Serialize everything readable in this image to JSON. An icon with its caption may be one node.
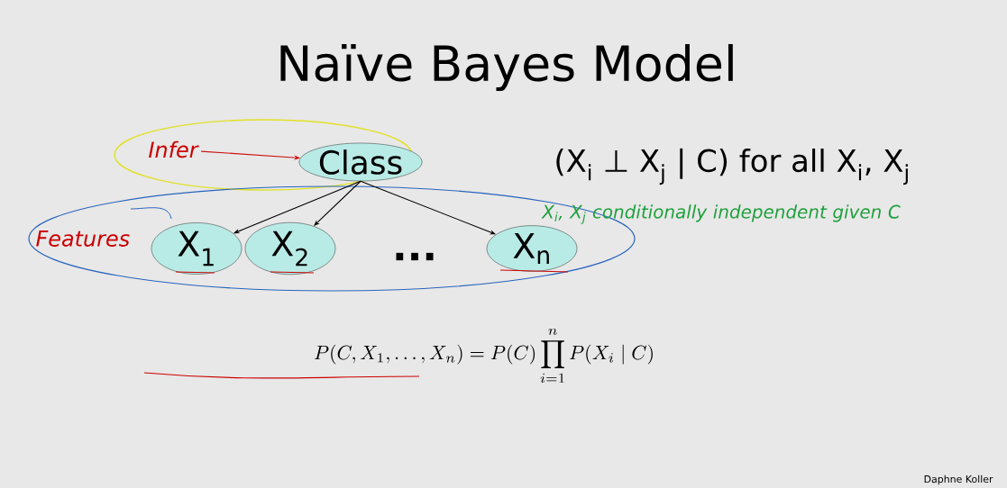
{
  "diagram": {
    "title": "Naïve Bayes Model",
    "nodes": [
      {
        "text": [],
        "shape": "ellipse"
      },
      {
        "text": [
          "Infer"
        ],
        "in": 0
      },
      {
        "text": [
          "Class"
        ],
        "in": 0
      },
      {
        "text": [
          "Features"
        ]
      },
      {
        "text": [
          "X$_{1}$"
        ],
        "in": 3
      },
      {
        "text": [
          "X$_{2}$"
        ],
        "in": 3
      },
      {
        "text": [
          "X$_{n}$"
        ],
        "in": 3
      }
    ],
    "edges": [
      {
        "from": 1,
        "to": 2,
        "arrow": "to",
        "color": "#cc1111"
      },
      {
        "from": 2,
        "to": 4,
        "arrow": "to"
      },
      {
        "from": 2,
        "to": 5,
        "arrow": "to"
      },
      {
        "from": 2,
        "to": 6,
        "arrow": "to"
      }
    ],
    "labels": [
      "(X$_{i}$ ⊥ X$_{j}$ | C) for all X$_{i}$, X$_{j}$",
      "X$_{i}$, X$_{j}$ conditionally independent given C",
      "...",
      "P(C, X_1, \\ldots, X_n) = P(C) \\prod_{i=1}^{n} P(X_i \\mid C)",
      "Daphne Koller"
    ]
  }
}
